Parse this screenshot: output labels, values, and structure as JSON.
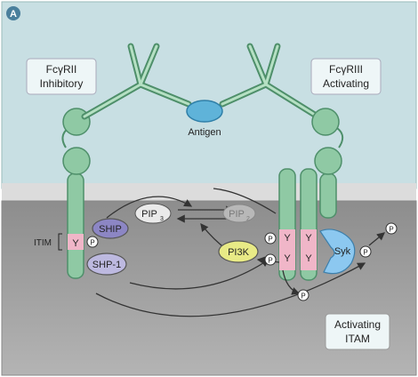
{
  "panel_label": "A",
  "labels": {
    "fcgrii_line1": "FcγRII",
    "fcgrii_line2": "Inhibitory",
    "fcgriii_line1": "FcγRIII",
    "fcgriii_line2": "Activating",
    "antigen": "Antigen",
    "itim": "ITIM",
    "ship": "SHIP",
    "shp1": "SHP-1",
    "pip3_main": "PIP",
    "pip3_sub": "3",
    "pip2_main": "PIP",
    "pip2_sub": "2",
    "pi3k": "PI3K",
    "syk": "Syk",
    "tyrosine": "Y",
    "phosphate": "P",
    "itam_line1": "Activating",
    "itam_line2": "ITAM"
  },
  "colors": {
    "extracellular": "#c8dfe3",
    "membrane": "#d4d4d4",
    "cytoplasm": "#9c9c9c",
    "receptor": "#8fc9a4",
    "receptor_dark": "#4e8f6a",
    "itim_pink": "#f0b6c8",
    "antigen": "#5fb3d9",
    "phosphatase": "#8c86c4",
    "pi3k": "#e8ea86",
    "syk": "#8cc8f0",
    "arrow": "#333333"
  }
}
